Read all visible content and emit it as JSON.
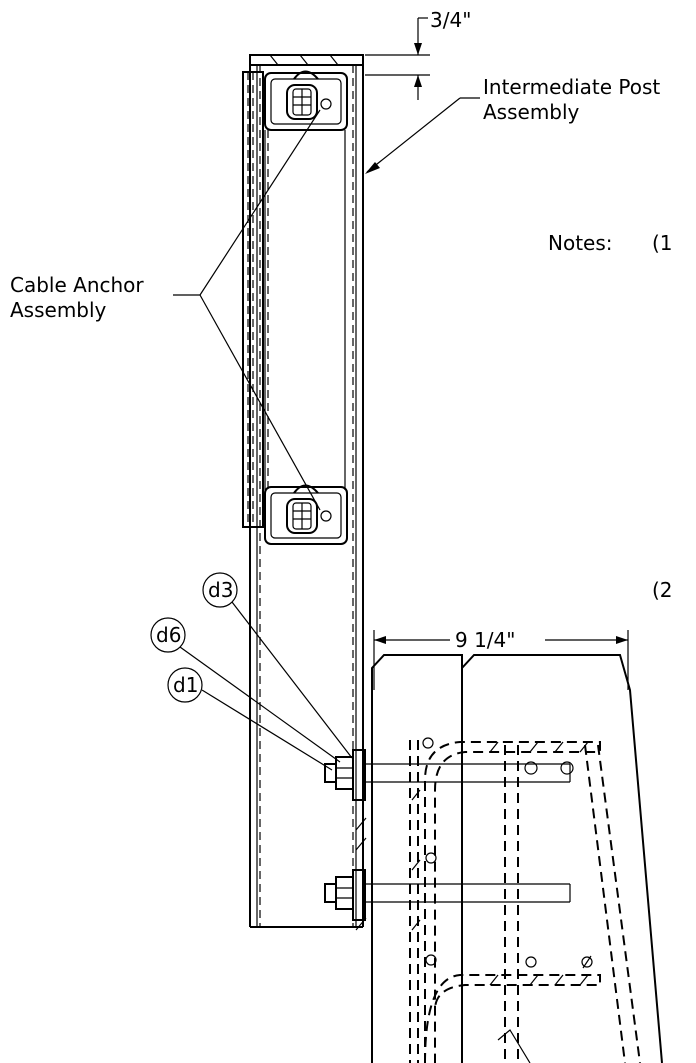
{
  "dimensions": {
    "top_offset": "3/4\"",
    "width": "9  1/4\""
  },
  "labels": {
    "intermediate_post_line1": "Intermediate Post",
    "intermediate_post_line2": "Assembly",
    "cable_anchor_line1": "Cable Anchor",
    "cable_anchor_line2": "Assembly",
    "notes": "Notes:",
    "note1_marker": "(1",
    "note2_marker": "(2"
  },
  "callouts": [
    {
      "id": "d3"
    },
    {
      "id": "d6"
    },
    {
      "id": "d1"
    }
  ]
}
